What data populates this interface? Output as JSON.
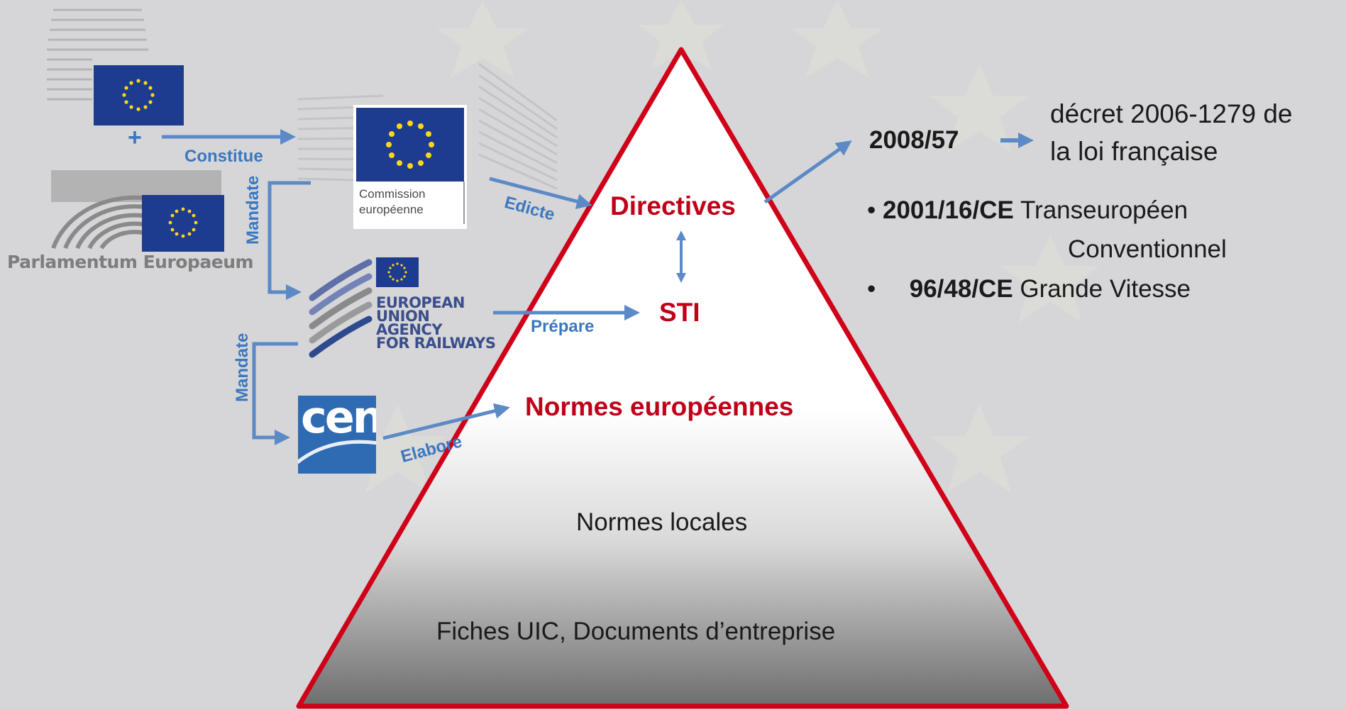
{
  "colors": {
    "background": "#d6d6d8",
    "accent_red": "#c00018",
    "arrow_blue": "#5b8ac7",
    "label_blue": "#3a78c0",
    "eu_blue": "#1d3b8f",
    "eu_star": "#ffd617",
    "cen_blue": "#2f6bb3"
  },
  "logos": {
    "parliament_name": "Parlamentum Europaeum",
    "plus_sign": "+",
    "commission_line1": "Commission",
    "commission_line2": "européenne",
    "agency_line1": "EUROPEAN",
    "agency_line2": "UNION",
    "agency_line3": "AGENCY",
    "agency_line4": "FOR RAILWAYS",
    "cen": "cen"
  },
  "arrow_labels": {
    "constitue": "Constitue",
    "mandate_1": "Mandate",
    "mandate_2": "Mandate",
    "edicte": "Edicte",
    "prepare": "Prépare",
    "elabore": "Elabore"
  },
  "pyramid": {
    "directives": "Directives",
    "sti": "STI",
    "normes_europeennes": "Normes européennes",
    "normes_locales": "Normes locales",
    "fiches": "Fiches UIC, Documents d’entreprise"
  },
  "directives_detail": {
    "main_code": "2008/57",
    "decret_line1": "décret 2006-1279 de",
    "decret_line2": "la loi française",
    "items": [
      {
        "bullet": "•",
        "code": "2001/16/CE",
        "text": "Transeuropéen",
        "text_line2": "Conventionnel"
      },
      {
        "bullet": "•",
        "code": "96/48/CE",
        "text": "Grande Vitesse"
      }
    ]
  }
}
